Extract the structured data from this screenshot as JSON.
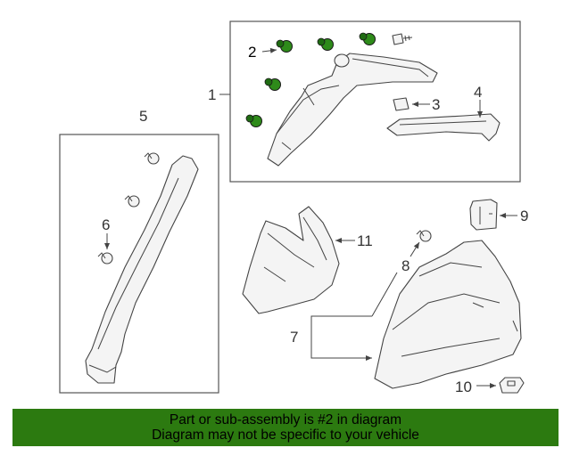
{
  "callouts": {
    "c1": "1",
    "c2": "2",
    "c3": "3",
    "c4": "4",
    "c5": "5",
    "c6": "6",
    "c7": "7",
    "c8": "8",
    "c9": "9",
    "c10": "10",
    "c11": "11"
  },
  "highlight_color": "#2e8b1a",
  "banner": {
    "line1": "Part or sub-assembly is #2 in diagram",
    "line2": "Diagram may not be specific to your vehicle",
    "color": "#2c7a10"
  }
}
